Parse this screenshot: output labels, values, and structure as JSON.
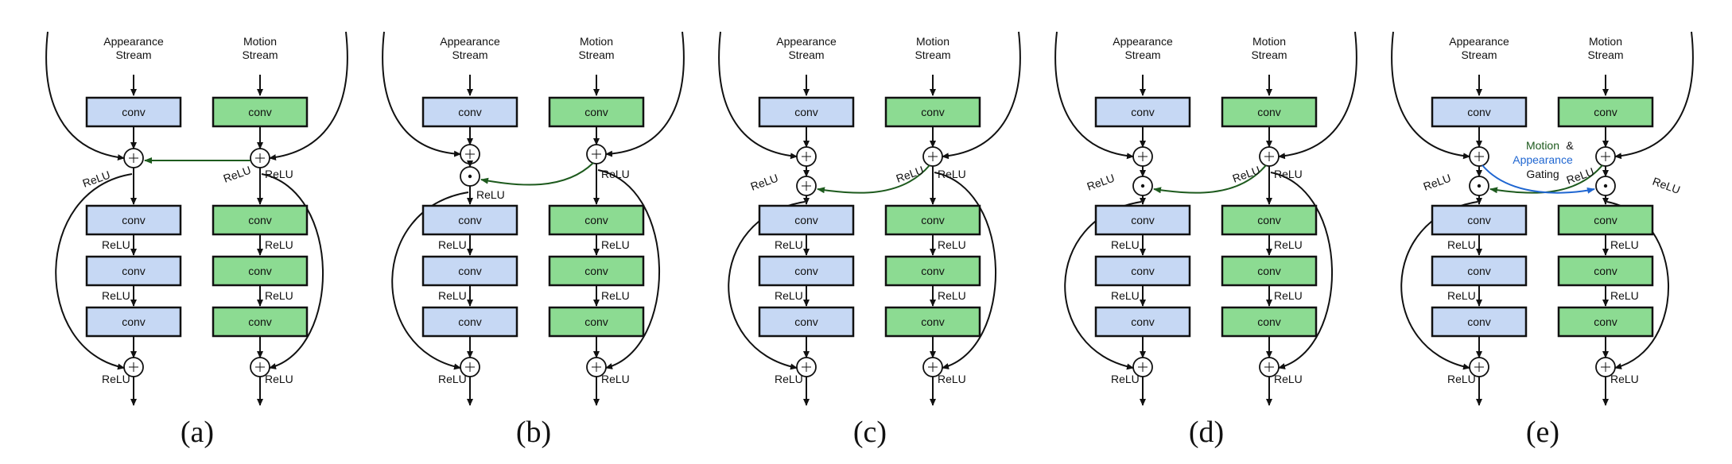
{
  "header": {
    "appearance_line1": "Appearance",
    "appearance_line2": "Stream",
    "motion_line1": "Motion",
    "motion_line2": "Stream"
  },
  "labels": {
    "conv": "conv",
    "relu": "ReLU",
    "plus": "+",
    "dot": "·"
  },
  "gating": {
    "motion": "Motion",
    "amp": "&",
    "appearance": "Appearance",
    "gating": "Gating"
  },
  "colors": {
    "appearance_fill": "#c6d8f4",
    "motion_fill": "#8cdb92",
    "green_arrow": "#1d5a1d",
    "blue_arrow": "#1f66d1"
  },
  "panels": [
    {
      "id": "a",
      "caption": "(a)",
      "variant": "sum-fusion"
    },
    {
      "id": "b",
      "caption": "(b)",
      "variant": "multiplicative-after-sum"
    },
    {
      "id": "c",
      "caption": "(c)",
      "variant": "additive-gate"
    },
    {
      "id": "d",
      "caption": "(d)",
      "variant": "multiplicative-gate"
    },
    {
      "id": "e",
      "caption": "(e)",
      "variant": "bidirectional-gating"
    }
  ]
}
